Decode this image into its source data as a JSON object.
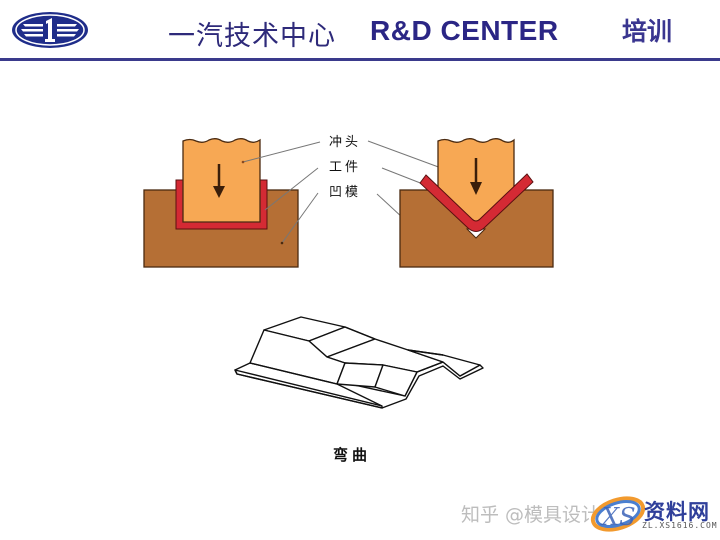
{
  "header": {
    "title_cn": "一汽技术中心",
    "title_en": "R&D CENTER",
    "section": "培训",
    "logo": "faw-logo-icon"
  },
  "diagram": {
    "labels": {
      "punch": "冲头",
      "workpiece": "工件",
      "die": "凹模"
    },
    "caption": "弯曲",
    "left_figure": "u-bending",
    "right_figure": "v-bending",
    "bottom_figure": "bent-sheet-part-3d"
  },
  "colors": {
    "accent": "#2b2685",
    "divider": "#3a3a8c",
    "punch": "#f7a854",
    "die": "#b56f35",
    "workpiece": "#d42a34",
    "outline": "#4a2a10"
  },
  "watermark": {
    "zhihu": "知乎 @模具设计",
    "xs_logo": "XS",
    "xs_name": "资料网",
    "xs_url": "ZL.XS1616.COM"
  }
}
